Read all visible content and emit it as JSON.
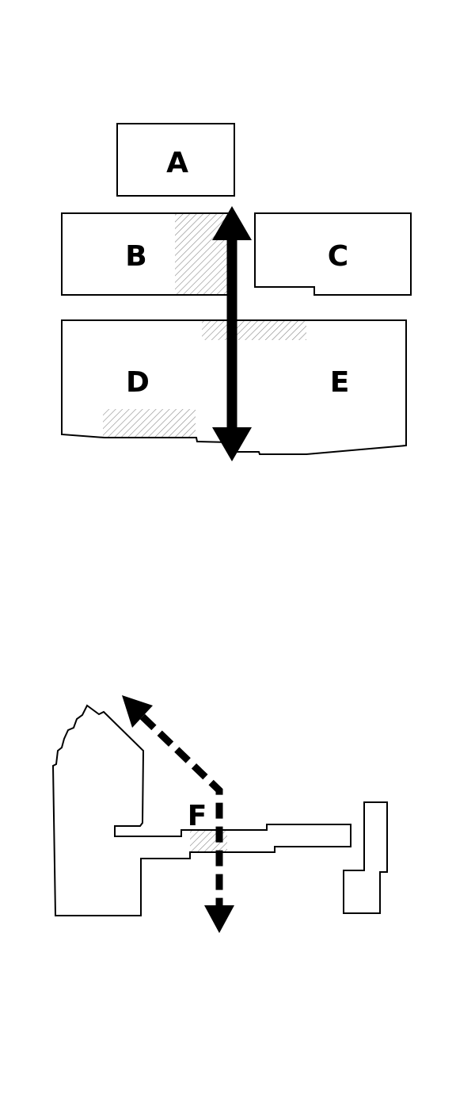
{
  "colors": {
    "background": "#ffffff",
    "stroke": "#000000",
    "hatch": "#8a8a8a"
  },
  "upper_plan": {
    "labels": {
      "a": "A",
      "b": "B",
      "c": "C",
      "d": "D",
      "e": "E"
    },
    "arrow": {
      "style": "solid",
      "heads": "both",
      "direction": "vertical"
    }
  },
  "lower_plan": {
    "labels": {
      "f": "F"
    },
    "arrow": {
      "style": "dashed",
      "heads": "both",
      "direction": "diagonal-up-left-and-down"
    }
  }
}
